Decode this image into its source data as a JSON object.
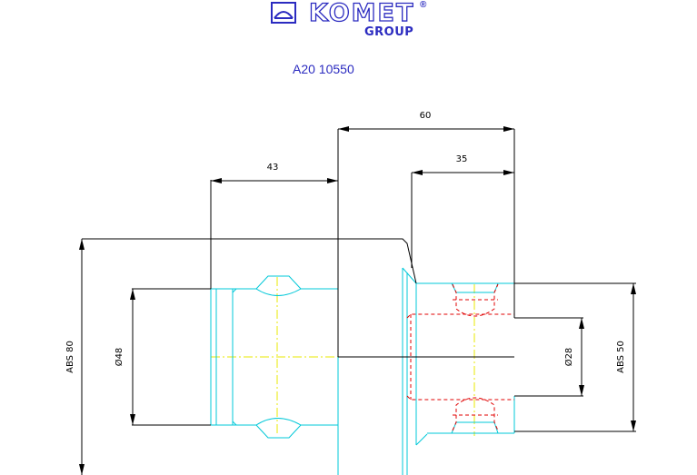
{
  "header": {
    "brand": "KOMET",
    "registered_mark": "®",
    "group_label": "GROUP",
    "drawing_id": "A20 10550"
  },
  "dimensions": {
    "overall_length": "60",
    "left_offset": "43",
    "right_offset": "35",
    "outer_diameter": "ABS 80",
    "left_bore": "Ø48",
    "right_bore": "Ø28",
    "right_shank": "ABS 50"
  },
  "colors": {
    "outline": "#00c8d8",
    "dimension": "#000000",
    "hidden": "#e00000",
    "centerline": "#e8e800",
    "logo": "#2b2bc0"
  }
}
